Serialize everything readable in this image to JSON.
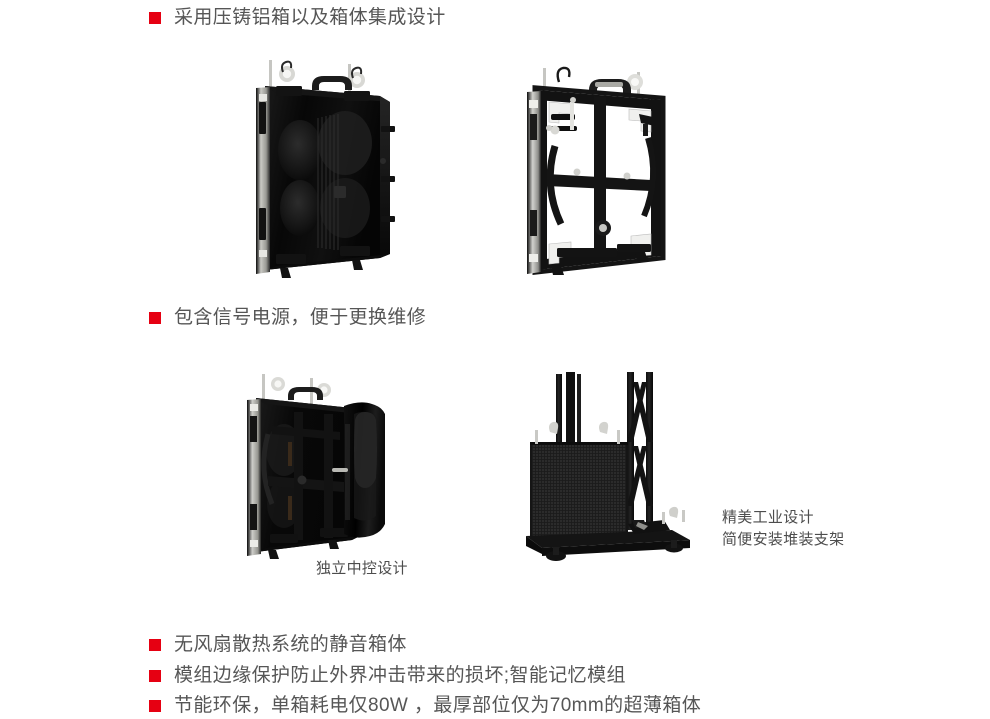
{
  "page": {
    "background_color": "#ffffff",
    "bullet_color": "#e60012",
    "text_color": "#565656"
  },
  "features": [
    {
      "id": "f1",
      "label": "采用压铸铝箱以及箱体集成设计"
    },
    {
      "id": "f2",
      "label": "包含信号电源，便于更换维修"
    },
    {
      "id": "f3",
      "label": "无风扇散热系统的静音箱体"
    },
    {
      "id": "f4",
      "label": "模组边缘保护防止外界冲击带来的损坏;智能记忆模组"
    },
    {
      "id": "f5",
      "label": "节能环保，单箱耗电仅80W ，最厚部位仅为70mm的超薄箱体"
    }
  ],
  "captions": {
    "control": "独立中控设计",
    "stack_line1": "精美工业设计",
    "stack_line2": "简便安装堆装支架"
  },
  "images": [
    {
      "id": "img-cabinet-rear",
      "name": "led-cabinet-rear-view"
    },
    {
      "id": "img-cabinet-frame",
      "name": "led-cabinet-frame-view"
    },
    {
      "id": "img-cabinet-exploded",
      "name": "led-cabinet-exploded-control-cover"
    },
    {
      "id": "img-stack-truss",
      "name": "led-panel-stacking-truss-support"
    }
  ]
}
